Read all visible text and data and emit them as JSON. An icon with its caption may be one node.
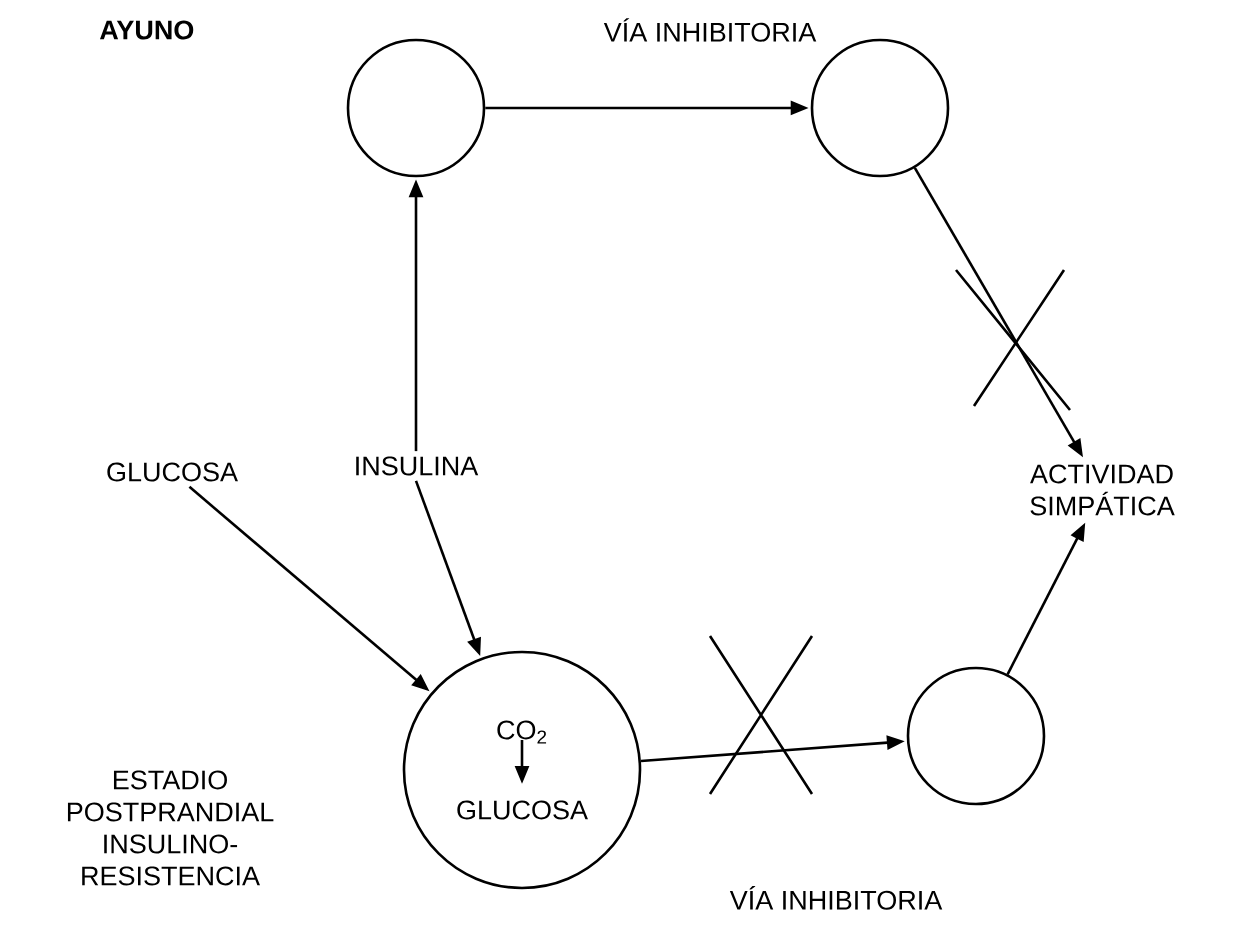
{
  "diagram": {
    "nodes": [
      {
        "text": [],
        "shape": "circle"
      },
      {
        "text": [],
        "shape": "circle"
      },
      {
        "text": [
          "ACTIVIDAD SIMPÁTICA"
        ]
      },
      {
        "text": [
          "GLUCOSA"
        ]
      },
      {
        "text": [
          "INSULINA"
        ]
      },
      {
        "text": [
          "CO$_{2}$",
          "GLUCOSA"
        ]
      },
      {
        "text": [],
        "shape": "circle"
      }
    ],
    "edges": [
      {
        "from": 0,
        "to": 1,
        "arrow": "to"
      },
      {
        "from": 4,
        "to": 0,
        "arrow": "to"
      },
      {
        "from": 4,
        "to": 5,
        "arrow": "to"
      },
      {
        "from": 3,
        "to": 5,
        "arrow": "to"
      },
      {
        "from": 5,
        "to": 6,
        "arrow": "to"
      },
      {
        "from": 1,
        "to": 2,
        "arrow": "to"
      },
      {
        "from": 6,
        "to": 2,
        "arrow": "to"
      }
    ],
    "labels": [
      "AYUNO",
      "VÍA INHIBITORIA",
      "ESTADIO POSTPRANDIAL INSULINO-RESISTENCIA",
      "VÍA INHIBITORIA"
    ]
  }
}
